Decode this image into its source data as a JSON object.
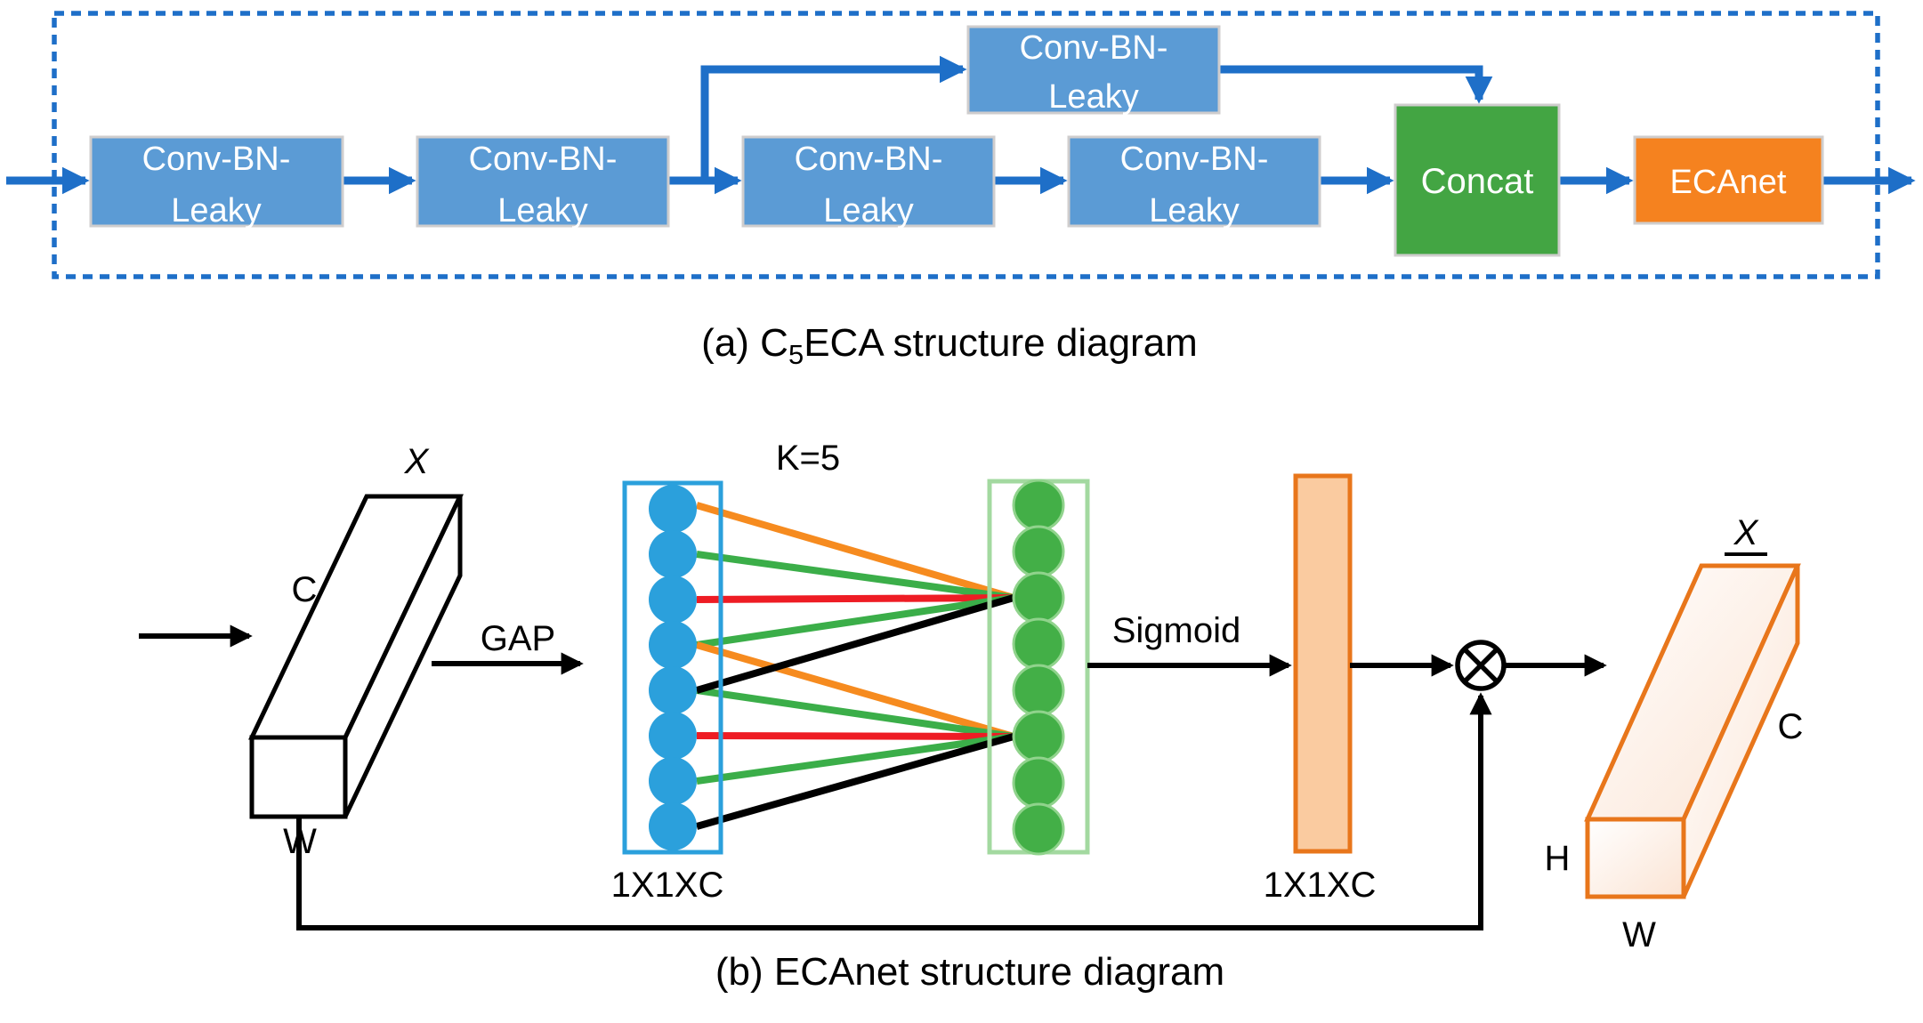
{
  "diagram": {
    "part_a": {
      "caption": {
        "pre": "(a) C",
        "sub": "5",
        "post": "ECA structure diagram"
      },
      "conv_box_label": {
        "line1": "Conv-BN-",
        "line2": "Leaky"
      },
      "conv_box_count": 5,
      "concat_label": "Concat",
      "ecanet_label": "ECAnet"
    },
    "part_b": {
      "caption": "(b) ECAnet structure diagram",
      "input_tensor": {
        "name": "X",
        "channel": "C",
        "width": "W"
      },
      "gap_label": "GAP",
      "kernel_label": "K=5",
      "gap_vector_dim": "1X1XC",
      "sigmoid_label": "Sigmoid",
      "weight_vector_dim": "1X1XC",
      "blue_node_count": 8,
      "green_node_count": 8,
      "neighbors_per_node": 5,
      "output_tensor": {
        "name": "X",
        "underlined": true,
        "channel": "C",
        "height": "H",
        "width": "W"
      }
    },
    "colors": {
      "conv_box_blue": "#5B9BD5",
      "flow_arrow_blue": "#1E6FC8",
      "concat_green": "#43A543",
      "ecanet_orange": "#F5821F",
      "node_blue": "#2BA0DC",
      "node_green": "#43AF47",
      "green_frame": "#A3D9A0",
      "weight_rect_fill": "#FACBA0",
      "weight_rect_border": "#E8761B",
      "line_orange": "#F68B1F",
      "line_green": "#3BAE49",
      "line_red": "#EE1C24",
      "line_black": "#000000"
    }
  }
}
